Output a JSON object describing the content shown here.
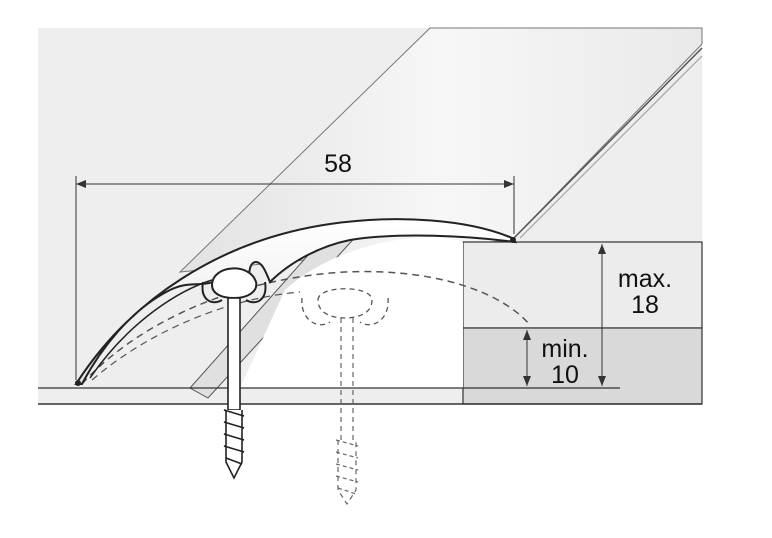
{
  "labels": {
    "width_value": "58",
    "max_label": "max.",
    "max_value": "18",
    "min_label": "min.",
    "min_value": "10"
  },
  "colors": {
    "panel": "#ededed",
    "profile_fill": "#f4f4f4",
    "outline": "#222222",
    "dashed": "#555555",
    "side_block": "#e6e6e6",
    "side_block_dark": "#d6d6d6"
  }
}
